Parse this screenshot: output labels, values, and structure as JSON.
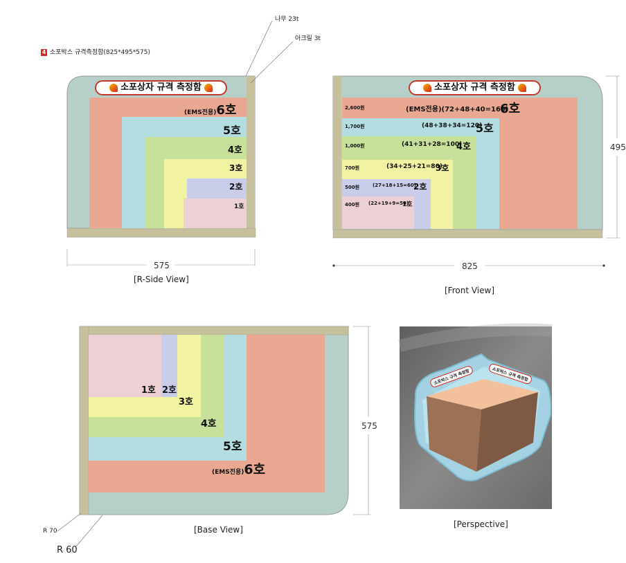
{
  "header": {
    "badge_number": "4",
    "title": "소포박스 규격측정함(825*495*575)"
  },
  "callouts": {
    "wood": "나무 23t",
    "acrylic": "아크릴 3t",
    "r70": "R 70",
    "r60": "R 60"
  },
  "banner_text": "소포상자 규격 측정함",
  "side_view": {
    "caption": "[R-Side View]",
    "width_dim": "575",
    "labels": {
      "s6_prefix": "(EMS전용)",
      "s6": "6호",
      "s5": "5호",
      "s4": "4호",
      "s3": "3호",
      "s2": "2호",
      "s1": "1호"
    }
  },
  "front_view": {
    "caption": "[Front View]",
    "width_dim": "825",
    "height_dim": "495",
    "rows": [
      {
        "price": "2,600원",
        "formula": "(EMS전용)(72+48+40=160)",
        "size": "6호"
      },
      {
        "price": "1,700원",
        "formula": "(48+38+34=120)",
        "size": "5호"
      },
      {
        "price": "1,000원",
        "formula": "(41+31+28=100)",
        "size": "4호"
      },
      {
        "price": "700원",
        "formula": "(34+25+21=80)",
        "size": "3호"
      },
      {
        "price": "500원",
        "formula": "(27+18+15=60)",
        "size": "2호"
      },
      {
        "price": "400원",
        "formula": "(22+19+9=50)",
        "size": "1호"
      }
    ]
  },
  "base_view": {
    "caption": "[Base View]",
    "depth_dim": "575",
    "labels": {
      "s1": "1호",
      "s2": "2호",
      "s3": "3호",
      "s4": "4호",
      "s5": "5호",
      "s6_prefix": "(EMS전용)",
      "s6": "6호"
    }
  },
  "perspective": {
    "caption": "[Perspective]",
    "banner_left": "소포박스 규격 측정함",
    "banner_right": "소포박스 규격 측정함"
  },
  "colors": {
    "frame": "#c6c19c",
    "panel_bg": "#b6cfc9",
    "size6": "#eaa893",
    "size5": "#b3dde1",
    "size4": "#c7e09a",
    "size3": "#f2f2a3",
    "size2": "#c9cdea",
    "size1": "#edd0d4",
    "accent_red": "#d7261e"
  }
}
